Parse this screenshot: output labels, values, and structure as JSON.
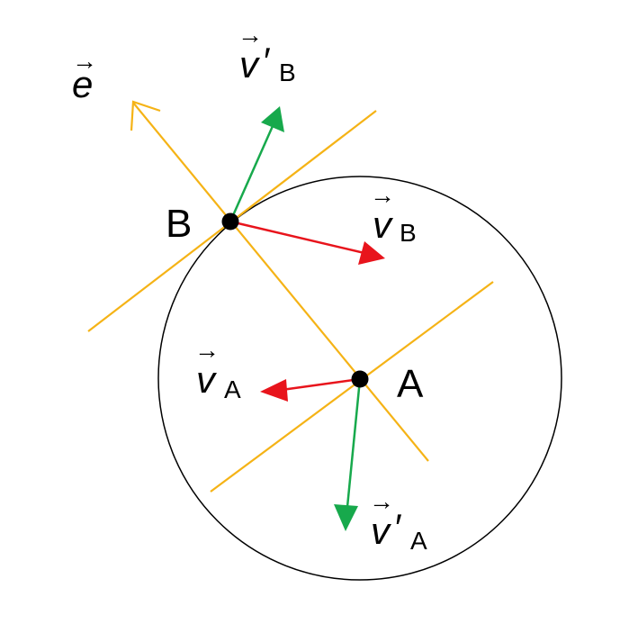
{
  "points": {
    "a": "A",
    "b": "B"
  },
  "vectors": {
    "e": {
      "symbol": "e",
      "arrow": "→"
    },
    "v_a": {
      "symbol": "v",
      "sub": "A",
      "arrow": "→"
    },
    "v_b": {
      "symbol": "v",
      "sub": "B",
      "arrow": "→"
    },
    "v_prime_a": {
      "symbol": "v",
      "prime": "′",
      "sub": "A",
      "arrow": "→"
    },
    "v_prime_b": {
      "symbol": "v",
      "prime": "′",
      "sub": "B",
      "arrow": "→"
    }
  },
  "colors": {
    "line": "#F5B316",
    "velocity_before": "#E8141C",
    "velocity_after": "#17A94C",
    "circle": "#000000",
    "point": "#000000",
    "background": "#FFFFFF"
  }
}
